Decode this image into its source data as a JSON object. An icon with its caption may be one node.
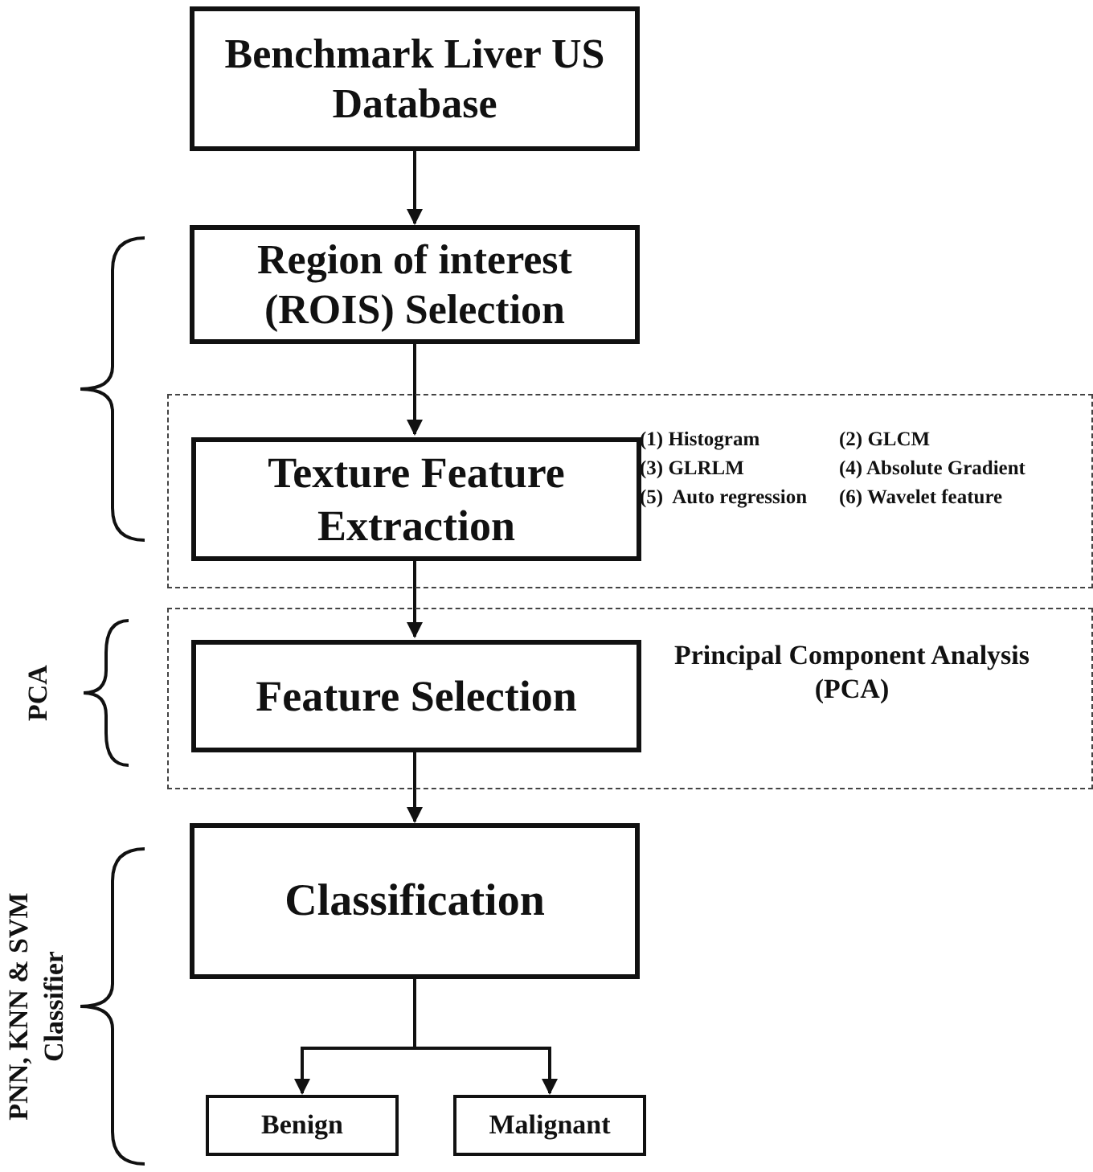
{
  "diagram": {
    "nodes": [
      {
        "text": [
          "Benchmark Liver US Database"
        ]
      },
      {
        "text": [
          "Region of interest (ROIS) Selection"
        ]
      },
      {
        "text": [
          "(1) Histogram",
          "(2) GLCM",
          "(3) GLRLM",
          "(4) Absolute Gradient",
          "(5)  Auto regression",
          "(6) Wavelet feature"
        ]
      },
      {
        "text": [
          "Texture Feature Extraction"
        ],
        "in": 2
      },
      {
        "text": [
          "Principal Component Analysis (PCA)"
        ]
      },
      {
        "text": [
          "Feature Selection"
        ],
        "in": 4
      },
      {
        "text": [
          "Classification"
        ]
      },
      {
        "text": [
          "Benign"
        ]
      },
      {
        "text": [
          "Malignant"
        ]
      }
    ],
    "edges": [
      {
        "from": 0,
        "to": 1,
        "arrow": "to"
      },
      {
        "from": 1,
        "to": 3,
        "arrow": "to"
      },
      {
        "from": 3,
        "to": 5,
        "arrow": "to"
      },
      {
        "from": 5,
        "to": 6,
        "arrow": "to"
      },
      {
        "from": 6,
        "to": 7,
        "arrow": "to"
      },
      {
        "from": 6,
        "to": 8,
        "arrow": "to"
      }
    ],
    "labels": [
      "PCA",
      "PNN, KNN & SVM Classifier"
    ]
  }
}
